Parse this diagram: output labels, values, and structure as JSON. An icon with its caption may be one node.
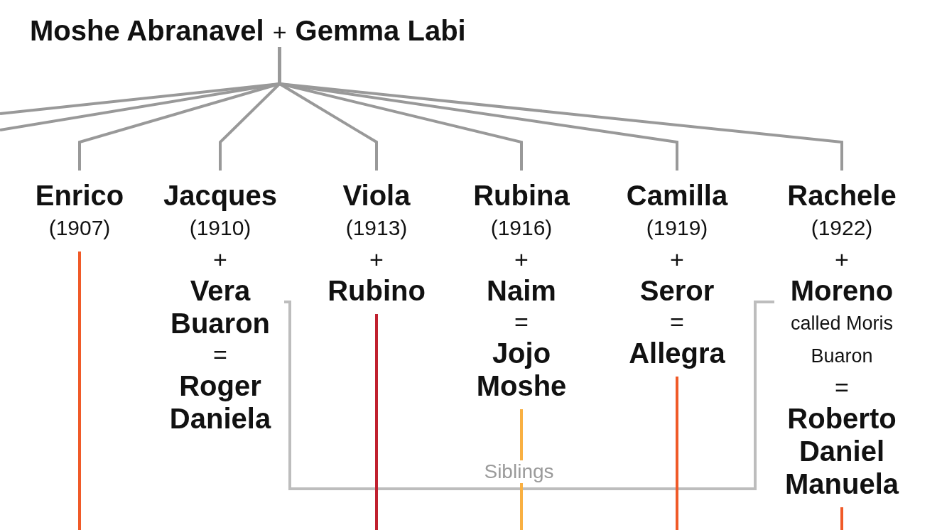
{
  "diagram": {
    "nodes": [
      {
        "text": [
          "Moshe Abranavel",
          "+",
          "Gemma Labi"
        ]
      },
      {
        "text": [
          "Enrico",
          "(1907)"
        ]
      },
      {
        "text": [
          "Jacques",
          "(1910)",
          "+",
          "Vera Buaron",
          "=",
          "Roger",
          "Daniela"
        ]
      },
      {
        "text": [
          "Viola",
          "(1913)",
          "+",
          "Rubino"
        ]
      },
      {
        "text": [
          "Rubina",
          "(1916)",
          "+",
          "Naim",
          "=",
          "Jojo",
          "Moshe"
        ]
      },
      {
        "text": [
          "Camilla",
          "(1919)",
          "+",
          "Seror",
          "=",
          "Allegra"
        ]
      },
      {
        "text": [
          "Rachele",
          "(1922)",
          "+",
          "**Moreno** called Moris Buaron",
          "=",
          "Roberto",
          "Daniel",
          "Manuela"
        ]
      }
    ],
    "edges": [
      {
        "from": 0,
        "to": 1,
        "arrow": "none"
      },
      {
        "from": 0,
        "to": 2,
        "arrow": "none"
      },
      {
        "from": 0,
        "to": 3,
        "arrow": "none"
      },
      {
        "from": 0,
        "to": 4,
        "arrow": "none"
      },
      {
        "from": 0,
        "to": 5,
        "arrow": "none"
      },
      {
        "from": 0,
        "to": 6,
        "arrow": "none"
      },
      {
        "from": 0,
        "to": null,
        "arrow": "none"
      },
      {
        "from": 0,
        "to": null,
        "arrow": "none"
      },
      {
        "from": 2,
        "to": 6,
        "arrow": "none",
        "label": "Siblings",
        "color": "#bdbdbd"
      },
      {
        "from": 1,
        "to": null,
        "arrow": "none",
        "color": "#f05a28"
      },
      {
        "from": 3,
        "to": null,
        "arrow": "none",
        "color": "#c0202f"
      },
      {
        "from": 4,
        "to": null,
        "arrow": "none",
        "color": "#f9b042"
      },
      {
        "from": 5,
        "to": null,
        "arrow": "none",
        "color": "#f05a28"
      },
      {
        "from": 6,
        "to": null,
        "arrow": "none",
        "color": "#f05a28"
      }
    ]
  }
}
